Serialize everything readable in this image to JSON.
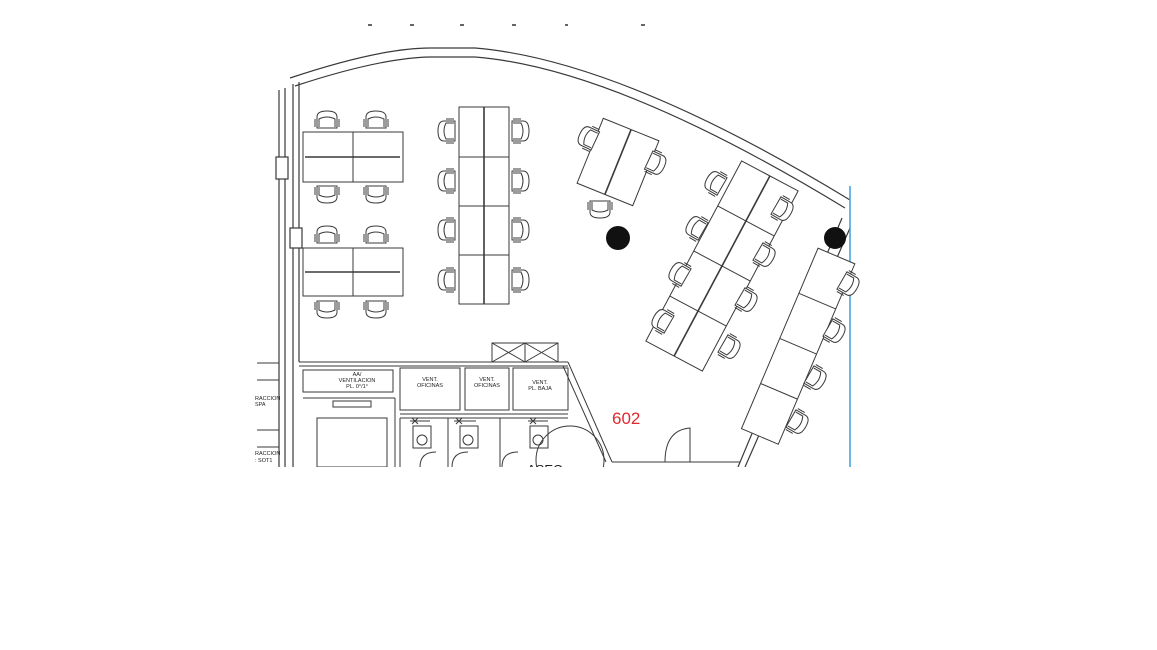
{
  "room_number": {
    "text": "602",
    "color": "#e0282e"
  },
  "shafts": [
    {
      "line1": "AA/",
      "line2": "VENTILACION",
      "line3": "PL. 0°/1°"
    },
    {
      "line1": "VENT.",
      "line2": "OFICINAS",
      "line3": ""
    },
    {
      "line1": "VENT.",
      "line2": "OFICINAS",
      "line3": ""
    },
    {
      "line1": "VENT.",
      "line2": "PL. BAJA",
      "line3": ""
    }
  ],
  "side_labels": [
    {
      "line1": "RACCION",
      "line2": "SPA"
    },
    {
      "line1": "RACCION",
      "line2": ": SOT1"
    }
  ],
  "aseo_label": "ASEO",
  "column_icons": [
    "column-icon",
    "column-icon"
  ],
  "colors": {
    "line": "#3a3a3a",
    "accent_edge": "#3aa0e0"
  }
}
